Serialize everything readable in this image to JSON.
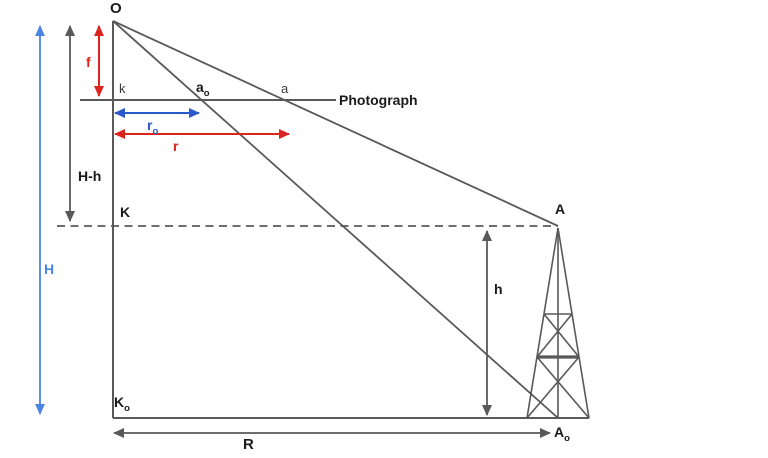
{
  "diagram": {
    "labels": {
      "O": "O",
      "f": "f",
      "k": "k",
      "a0_main": "a",
      "a0_sub": "o",
      "a": "a",
      "photograph": "Photograph",
      "r0_main": "r",
      "r0_sub": "o",
      "r": "r",
      "H_minus_h": "H-h",
      "H": "H",
      "K": "K",
      "A": "A",
      "h": "h",
      "K0_main": "K",
      "K0_sub": "o",
      "A0_main": "A",
      "A0_sub": "o",
      "R": "R"
    },
    "colors": {
      "line_gray": "#595959",
      "red": "#dc241f",
      "blue_H": "#4a86e0",
      "blue_r0": "#2b59cc",
      "text_black": "#1a1a1a",
      "text_gray": "#3d3d3d",
      "background": "#ffffff"
    }
  }
}
